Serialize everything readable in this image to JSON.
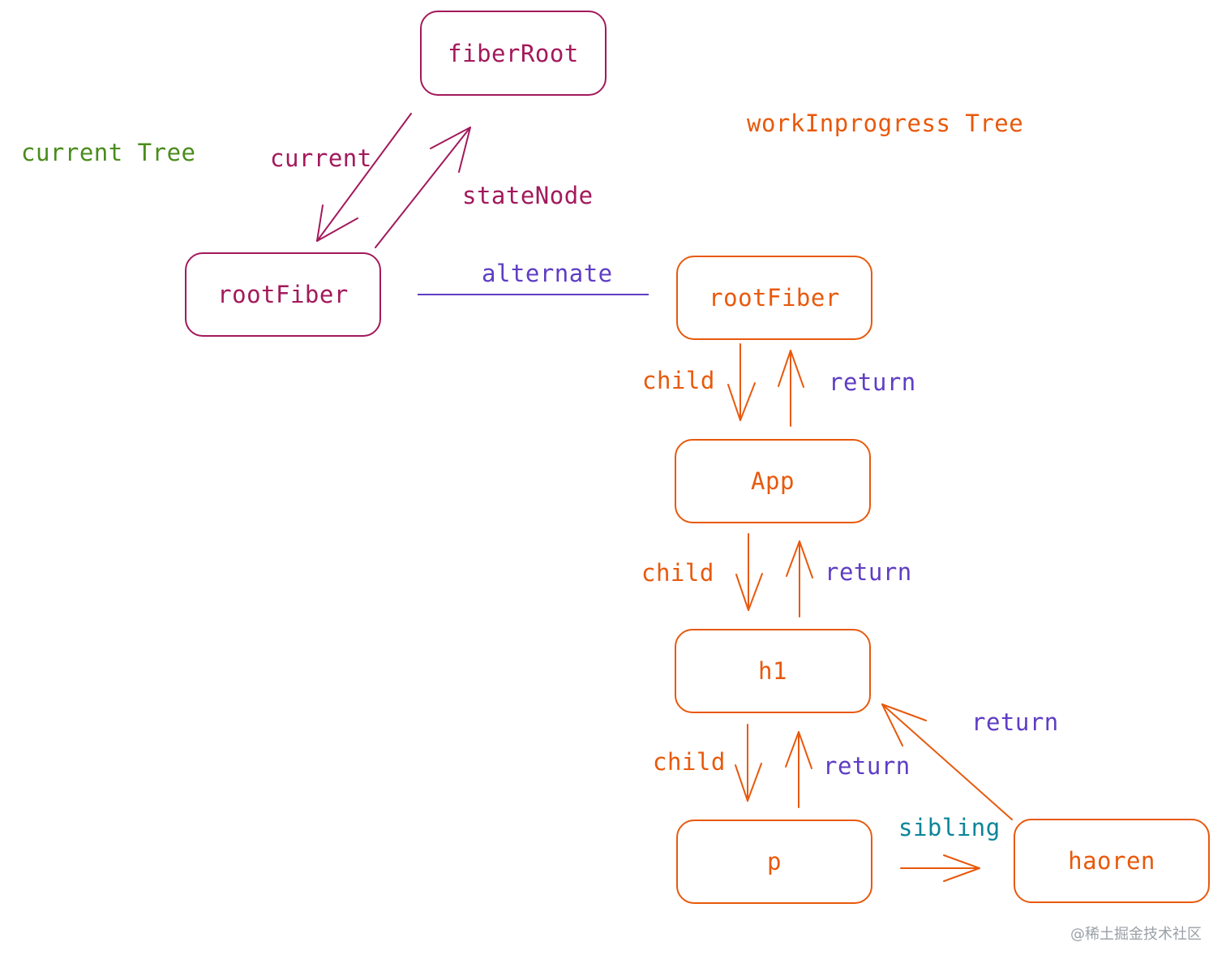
{
  "colors": {
    "current_tree": "#a3195b",
    "wip_tree": "#e8590c",
    "label_green": "#4a8c1c",
    "label_purple": "#5f3dc4",
    "label_teal": "#0c8599",
    "watermark": "#9aa0a6"
  },
  "legend": {
    "current_tree": "current Tree",
    "wip_tree": "workInprogress Tree"
  },
  "nodes": {
    "fiber_root": "fiberRoot",
    "current_root_fiber": "rootFiber",
    "wip_root_fiber": "rootFiber",
    "app": "App",
    "h1": "h1",
    "p": "p",
    "haoren": "haoren"
  },
  "edges": {
    "current": "current",
    "state_node": "stateNode",
    "alternate": "alternate",
    "child_1": "child",
    "return_1": "return",
    "child_2": "child",
    "return_2": "return",
    "child_3": "child",
    "return_3": "return",
    "return_haoren": "return",
    "sibling": "sibling"
  },
  "watermark": "@稀土掘金技术社区"
}
